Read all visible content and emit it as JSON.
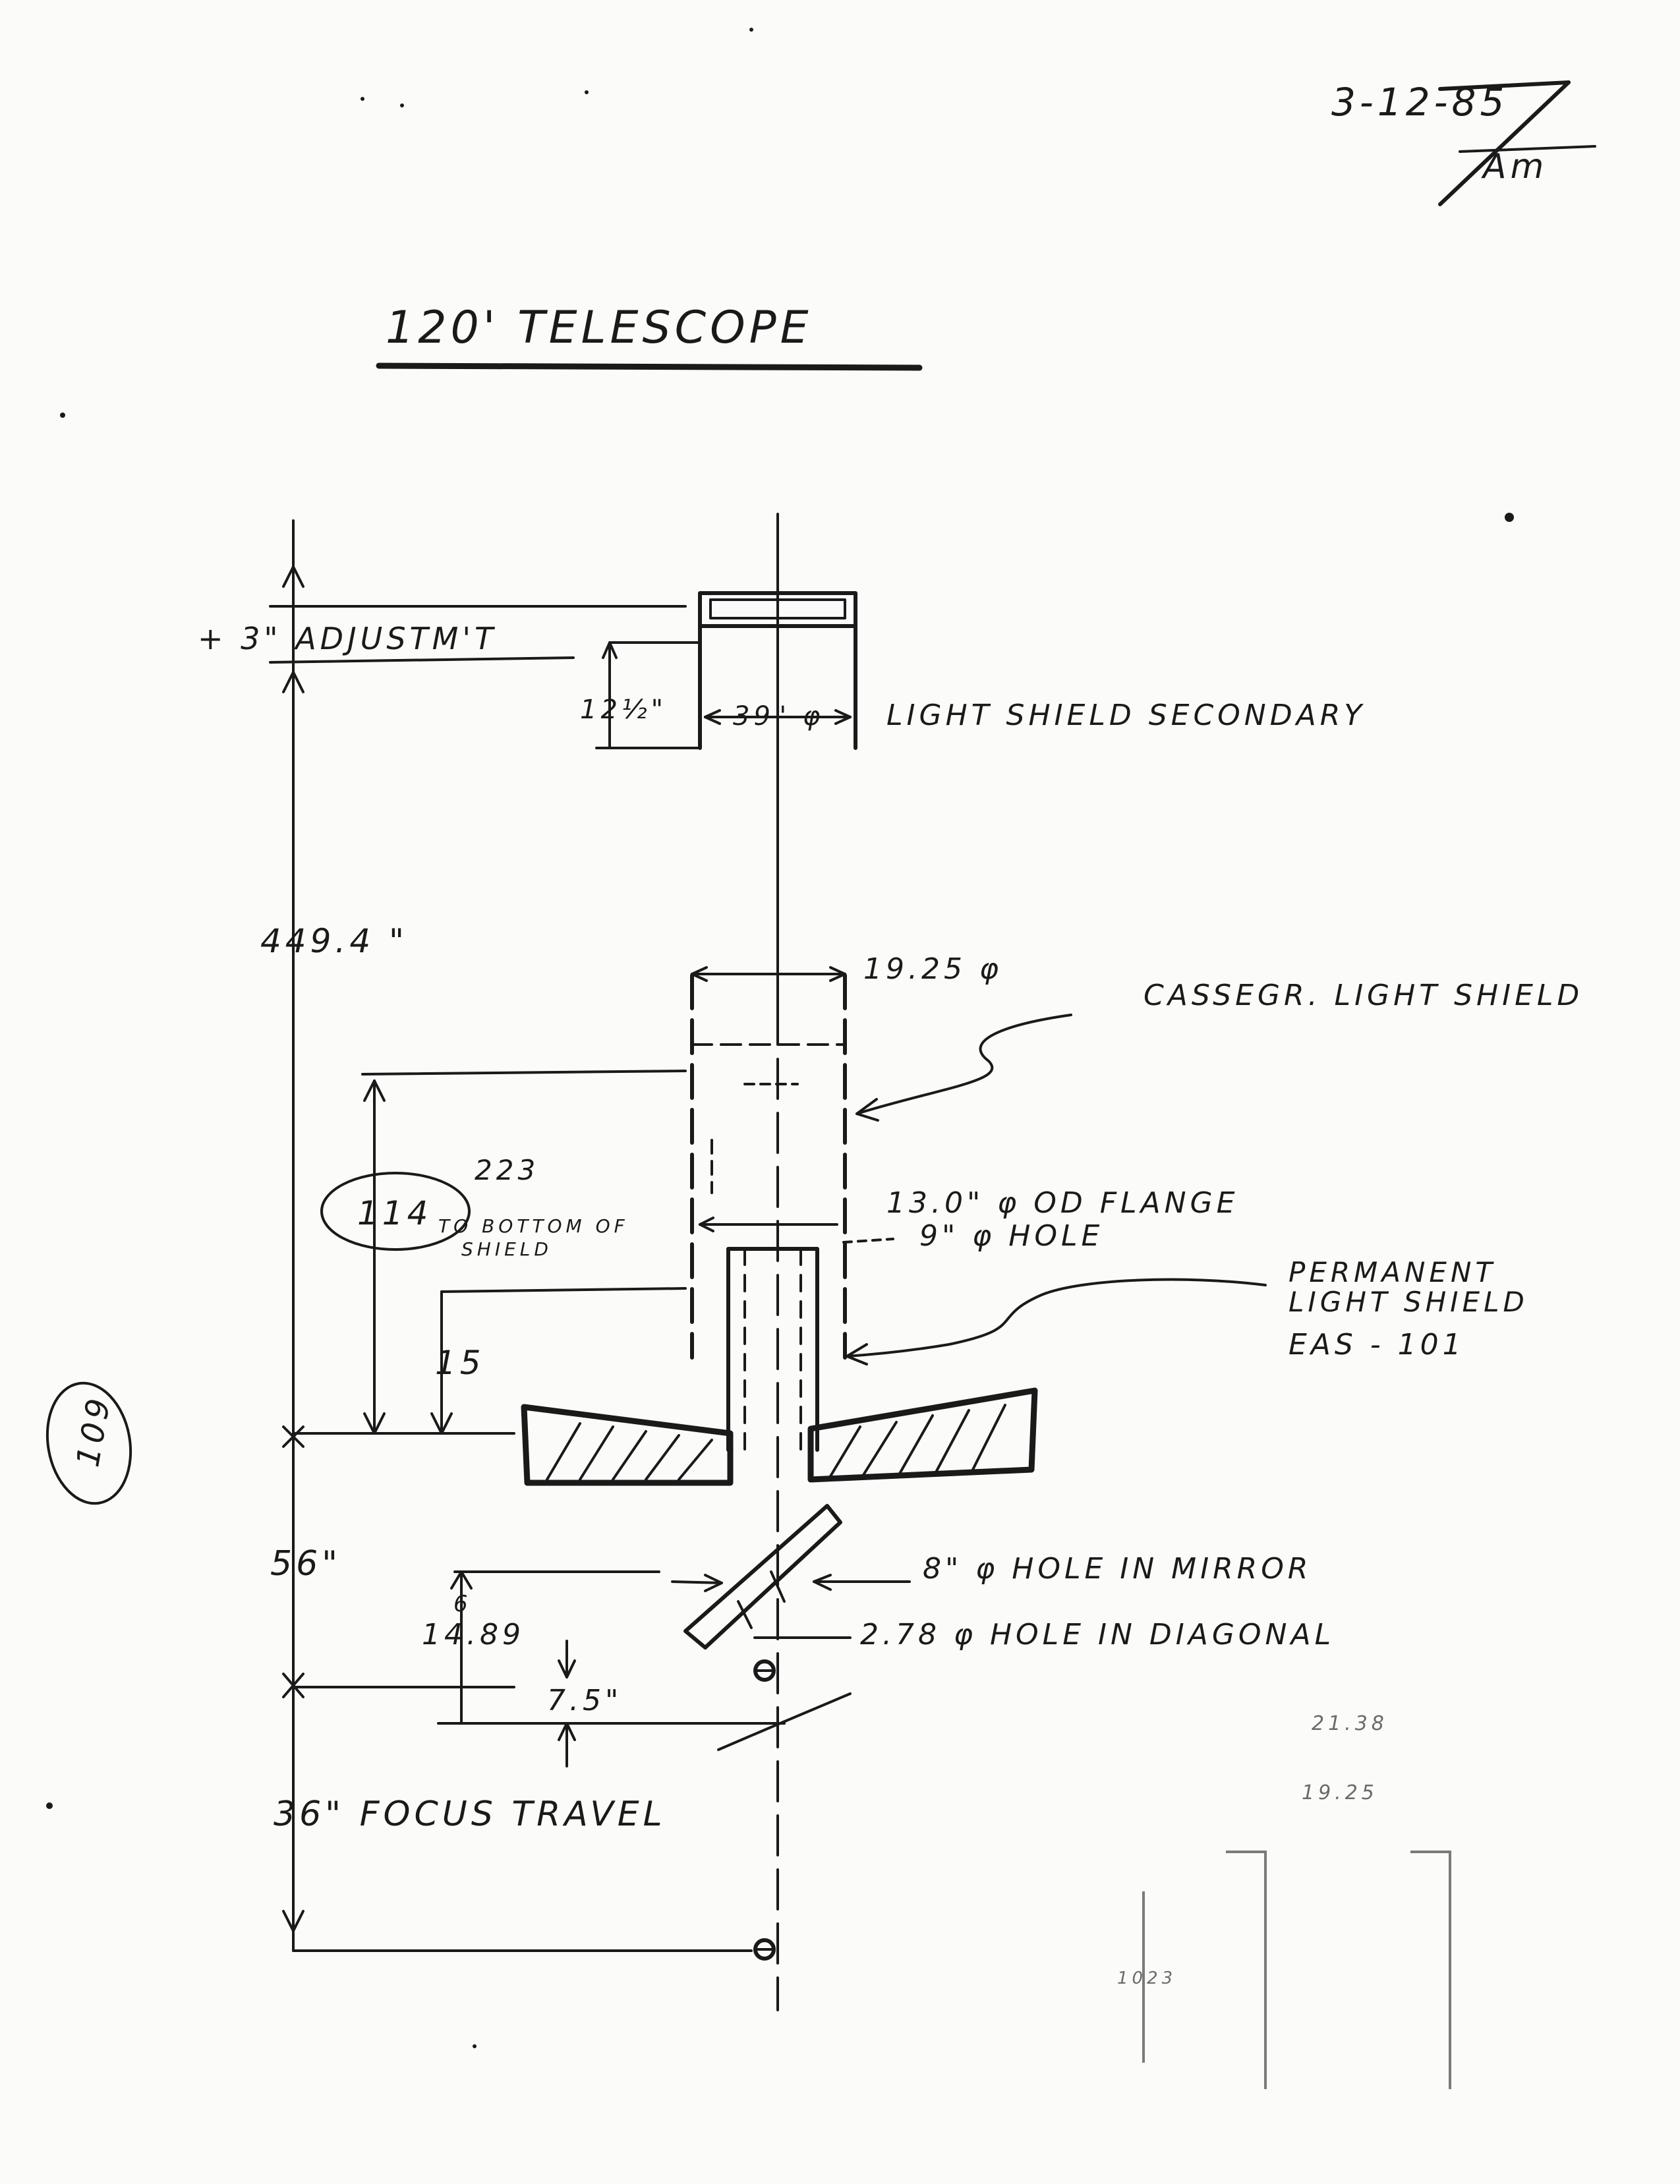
{
  "header": {
    "date": "3-12-85",
    "initials": "Am",
    "title": "120' TELESCOPE"
  },
  "dimensions": {
    "adjustment": "+ 3\" ADJUSTM'T",
    "secondary_height": "12½\"",
    "secondary_diameter": "39\" φ",
    "overall": "449.4 \"",
    "cassegrain_diameter": "19.25 φ",
    "shield_height": "223",
    "circled_114": "114",
    "to_bottom_note_line1": "TO BOTTOM OF",
    "to_bottom_note_line2": "SHIELD",
    "perm_shield_height": "15",
    "flange": "13.0\" φ OD FLANGE",
    "hole": "9\" φ HOLE",
    "mirror_offset": "56\"",
    "small_6": "6",
    "diag_value": "14.89",
    "focus_offset": "7.5\"",
    "focus_travel": "36\" FOCUS TRAVEL"
  },
  "callouts": {
    "secondary_shield": "LIGHT SHIELD SECONDARY",
    "cassegrain_shield": "CASSEGR. LIGHT SHIELD",
    "permanent_shield_line1": "PERMANENT",
    "permanent_shield_line2": "LIGHT SHIELD",
    "permanent_shield_line3": "EAS - 101",
    "mirror_hole": "8\" φ HOLE IN MIRROR",
    "diagonal_hole": "2.78 φ HOLE IN DIAGONAL"
  },
  "margin": {
    "circled_page_number": "109"
  },
  "faint_notes": {
    "note_a": "21.38",
    "note_b": "19.25",
    "note_c": "1023"
  }
}
